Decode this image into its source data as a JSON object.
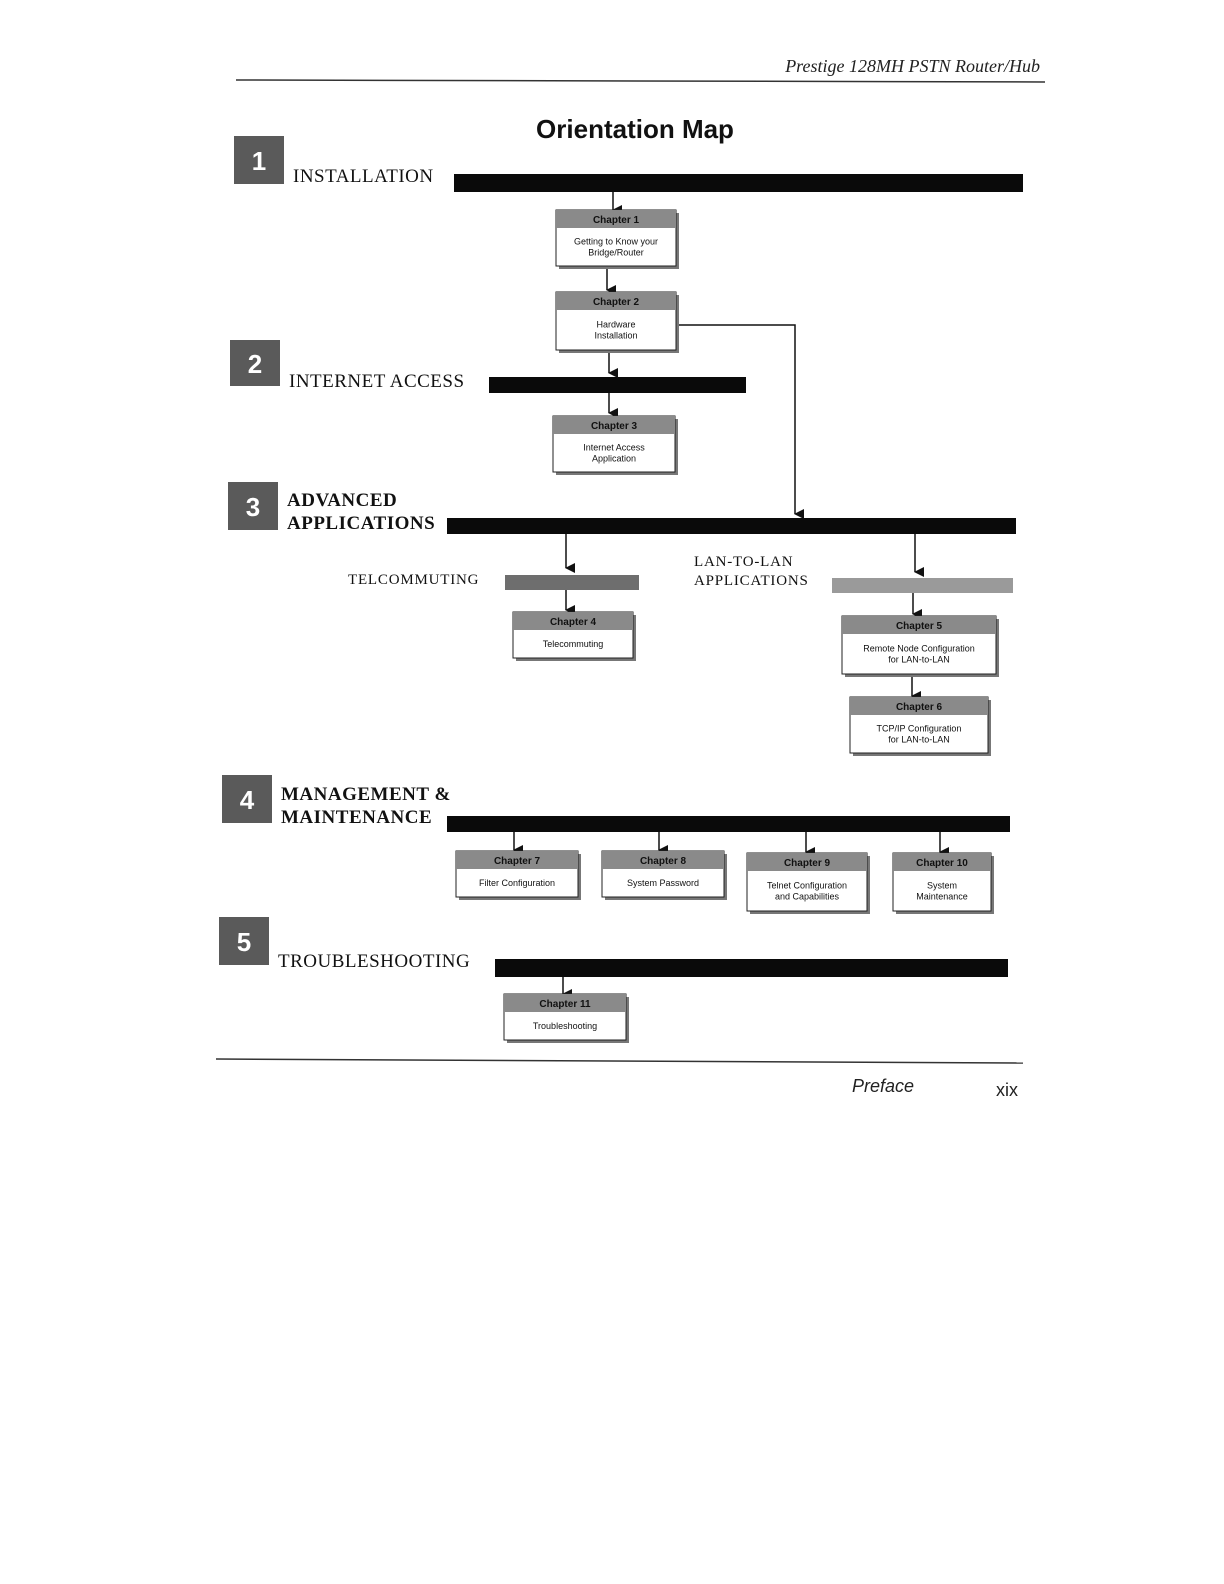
{
  "header": {
    "running_title": "Prestige 128MH   PSTN Router/Hub"
  },
  "title": "Orientation Map",
  "sections": [
    {
      "number": "1",
      "label": "INSTALLATION"
    },
    {
      "number": "2",
      "label": "INTERNET ACCESS"
    },
    {
      "number": "3",
      "label_line1": "ADVANCED",
      "label_line2": "APPLICATIONS"
    },
    {
      "number": "4",
      "label_line1": "MANAGEMENT &",
      "label_line2": "MAINTENANCE"
    },
    {
      "number": "5",
      "label": "TROUBLESHOOTING"
    }
  ],
  "subsections": {
    "telecommuting": "TELCOMMUTING",
    "lan_line1": "LAN-TO-LAN",
    "lan_line2": "APPLICATIONS"
  },
  "chapters": [
    {
      "header": "Chapter 1",
      "line1": "Getting to Know your",
      "line2": "Bridge/Router"
    },
    {
      "header": "Chapter 2",
      "line1": "Hardware",
      "line2": "Installation"
    },
    {
      "header": "Chapter 3",
      "line1": "Internet Access",
      "line2": "Application"
    },
    {
      "header": "Chapter 4",
      "line1": "Telecommuting",
      "line2": ""
    },
    {
      "header": "Chapter 5",
      "line1": "Remote Node Configuration",
      "line2": "for LAN-to-LAN"
    },
    {
      "header": "Chapter 6",
      "line1": "TCP/IP Configuration",
      "line2": "for LAN-to-LAN"
    },
    {
      "header": "Chapter 7",
      "line1": "Filter Configuration",
      "line2": ""
    },
    {
      "header": "Chapter 8",
      "line1": "System Password",
      "line2": ""
    },
    {
      "header": "Chapter 9",
      "line1": "Telnet Configuration",
      "line2": "and Capabilities"
    },
    {
      "header": "Chapter 10",
      "line1": "System",
      "line2": "Maintenance"
    },
    {
      "header": "Chapter 11",
      "line1": "Troubleshooting",
      "line2": ""
    }
  ],
  "footer": {
    "label": "Preface",
    "page": "xix"
  },
  "colors": {
    "bar": "#0a0a0a",
    "chapter_header": "#8a8a8a",
    "number_box": "#555555"
  }
}
